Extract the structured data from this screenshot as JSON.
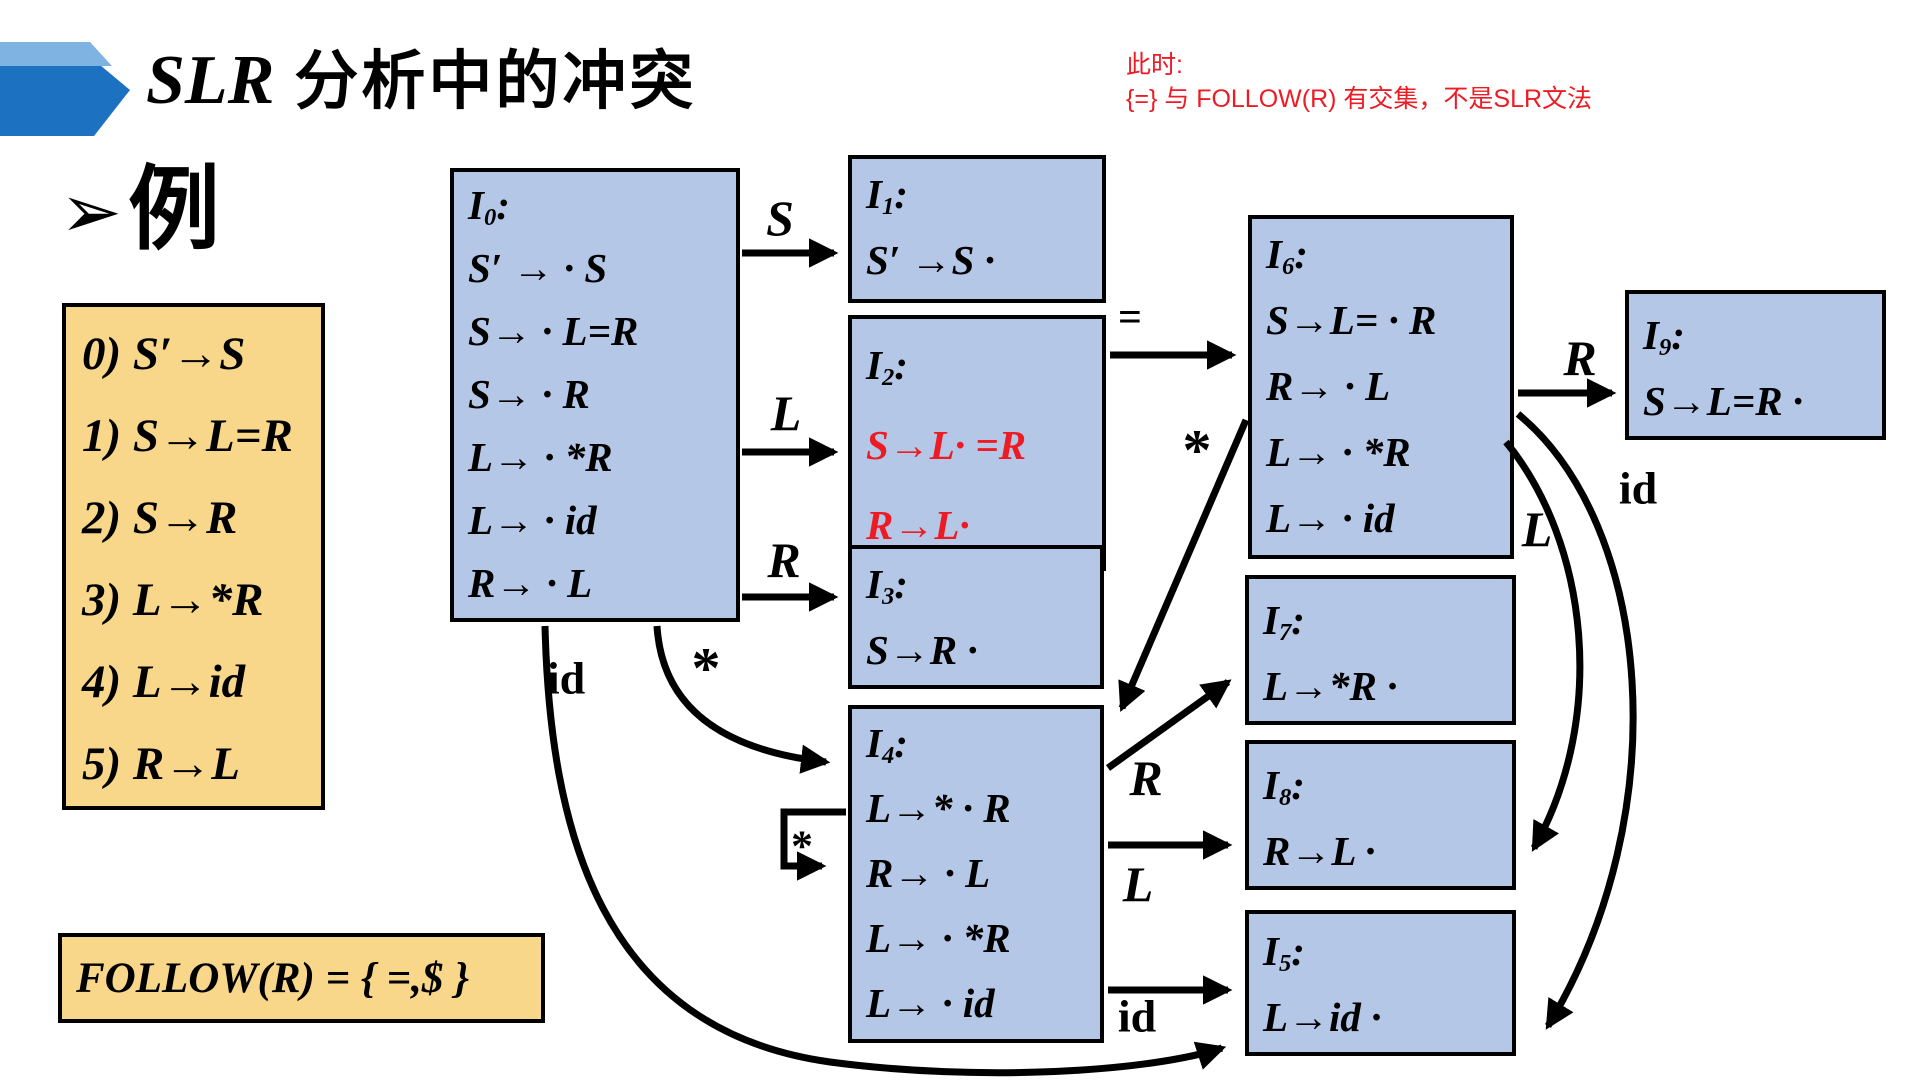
{
  "title": {
    "latin": "SLR",
    "cjk": "分析中的冲突"
  },
  "annotation": {
    "line1": "此时:",
    "line2": "{=} 与 FOLLOW(R) 有交集，不是SLR文法"
  },
  "bullet": {
    "glyph": "➢",
    "label": "例"
  },
  "punct": {
    "colon": ":"
  },
  "grammar_box": {
    "rules": [
      "0) S′→S",
      "1) S→L=R",
      "2) S→R",
      "3) L→*R",
      "4) L→id",
      "5) R→L"
    ]
  },
  "follow_box": {
    "text": "FOLLOW(R) = { =,$ }"
  },
  "states": {
    "I0": {
      "id": "I",
      "sub": "0",
      "items": [
        "S′ → · S",
        "S→ · L=R",
        "S→ · R",
        "L→ · *R",
        "L→ · id",
        "R→ · L"
      ]
    },
    "I1": {
      "id": "I",
      "sub": "1",
      "items": [
        "S′ →S ·"
      ]
    },
    "I2": {
      "id": "I",
      "sub": "2",
      "items": [
        "S→L· =R",
        "R→L·"
      ],
      "conflict": true
    },
    "I3": {
      "id": "I",
      "sub": "3",
      "items": [
        "S→R ·"
      ]
    },
    "I4": {
      "id": "I",
      "sub": "4",
      "items": [
        "L→* · R",
        "R→ · L",
        "L→ · *R",
        "L→ · id"
      ]
    },
    "I5": {
      "id": "I",
      "sub": "5",
      "items": [
        "L→id ·"
      ]
    },
    "I6": {
      "id": "I",
      "sub": "6",
      "items": [
        "S→L= · R",
        "R→ · L",
        "L→ · *R",
        "L→ · id"
      ]
    },
    "I7": {
      "id": "I",
      "sub": "7",
      "items": [
        "L→*R ·"
      ]
    },
    "I8": {
      "id": "I",
      "sub": "8",
      "items": [
        "R→L ·"
      ]
    },
    "I9": {
      "id": "I",
      "sub": "9",
      "items": [
        "S→L=R ·"
      ]
    }
  },
  "edges": [
    {
      "from": "I0",
      "to": "I1",
      "label": "S"
    },
    {
      "from": "I0",
      "to": "I2",
      "label": "L"
    },
    {
      "from": "I0",
      "to": "I3",
      "label": "R"
    },
    {
      "from": "I0",
      "to": "I4",
      "label": "*"
    },
    {
      "from": "I0",
      "to": "I5",
      "label": "id"
    },
    {
      "from": "I2",
      "to": "I6",
      "label": "="
    },
    {
      "from": "I6",
      "to": "I4",
      "label": "*"
    },
    {
      "from": "I4",
      "to": "I7",
      "label": "R"
    },
    {
      "from": "I4",
      "to": "I8",
      "label": "L"
    },
    {
      "from": "I4",
      "to": "I5",
      "label": "id"
    },
    {
      "from": "I4",
      "to": "I4",
      "label": "*"
    },
    {
      "from": "I6",
      "to": "I9",
      "label": "R"
    },
    {
      "from": "I6",
      "to": "I8",
      "label": "L"
    },
    {
      "from": "I6",
      "to": "I5",
      "label": "id"
    }
  ],
  "colors": {
    "state_fill": "#b4c7e7",
    "note_fill": "#f8d78b",
    "red": "#ed1c24",
    "arrow_dark": "#1d71c1",
    "arrow_light": "#7fb3e2"
  }
}
